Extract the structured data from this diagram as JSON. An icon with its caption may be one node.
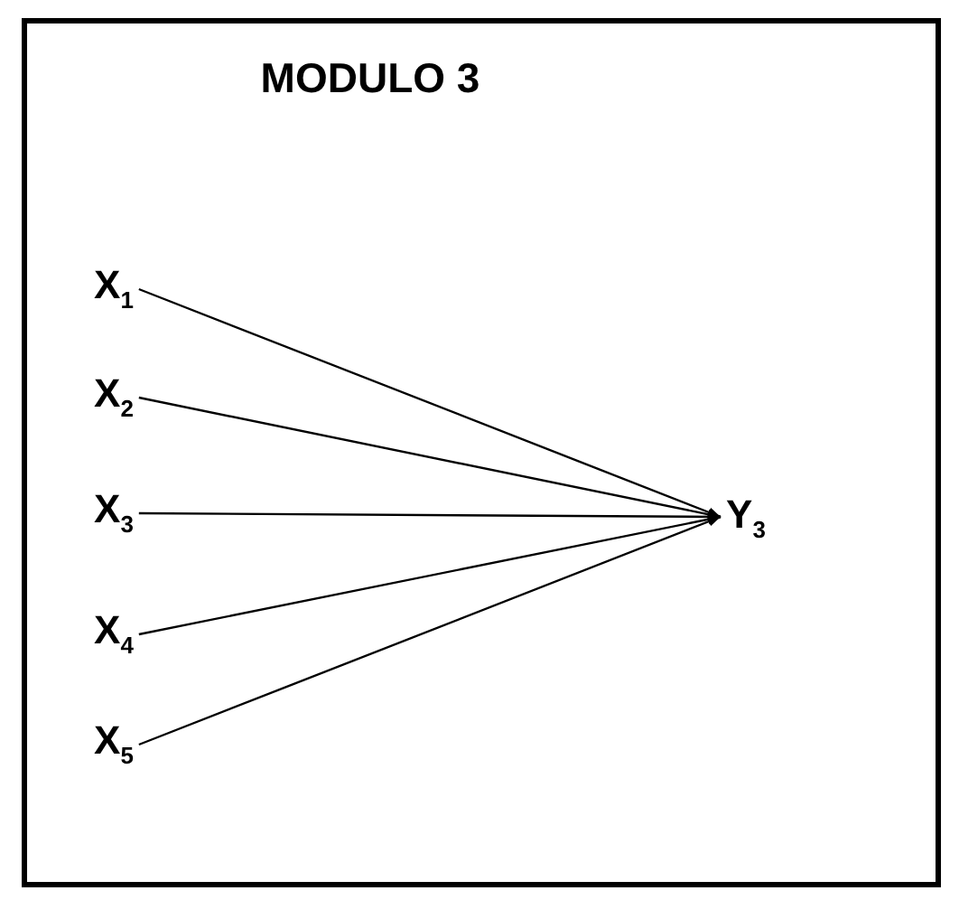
{
  "diagram": {
    "title": "MODULO 3",
    "nodes": [
      {
        "text": [
          "X$_{1}$"
        ]
      },
      {
        "text": [
          "X$_{2}$"
        ]
      },
      {
        "text": [
          "X$_{3}$"
        ]
      },
      {
        "text": [
          "X$_{4}$"
        ]
      },
      {
        "text": [
          "X$_{5}$"
        ]
      },
      {
        "text": [
          "Y$_{3}$"
        ]
      }
    ],
    "edges": [
      {
        "from": 0,
        "to": 5,
        "arrow": "to"
      },
      {
        "from": 1,
        "to": 5,
        "arrow": "to"
      },
      {
        "from": 2,
        "to": 5,
        "arrow": "to"
      },
      {
        "from": 3,
        "to": 5,
        "arrow": "to"
      },
      {
        "from": 4,
        "to": 5,
        "arrow": "to"
      }
    ]
  }
}
